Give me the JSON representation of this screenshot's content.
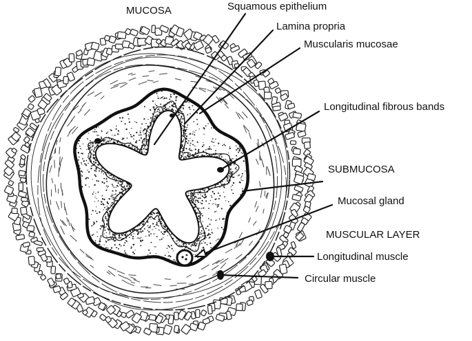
{
  "labels": {
    "mucosa": "MUCOSA",
    "squamous_epithelium": "Squamous epithelium",
    "lamina_propria": "Lamina propria",
    "muscularis_mucosae": "Muscularis mucosae",
    "longitudinal_fibrous_bands": "Longitudinal fibrous bands",
    "submucosa": "SUBMUCOSA",
    "mucosal_gland": "Mucosal gland",
    "muscular_layer": "MUSCULAR LAYER",
    "longitudinal_muscle": "Longitudinal muscle",
    "circular_muscle": "Circular muscle"
  },
  "colors": {
    "ink": "#111111",
    "background": "#ffffff"
  }
}
